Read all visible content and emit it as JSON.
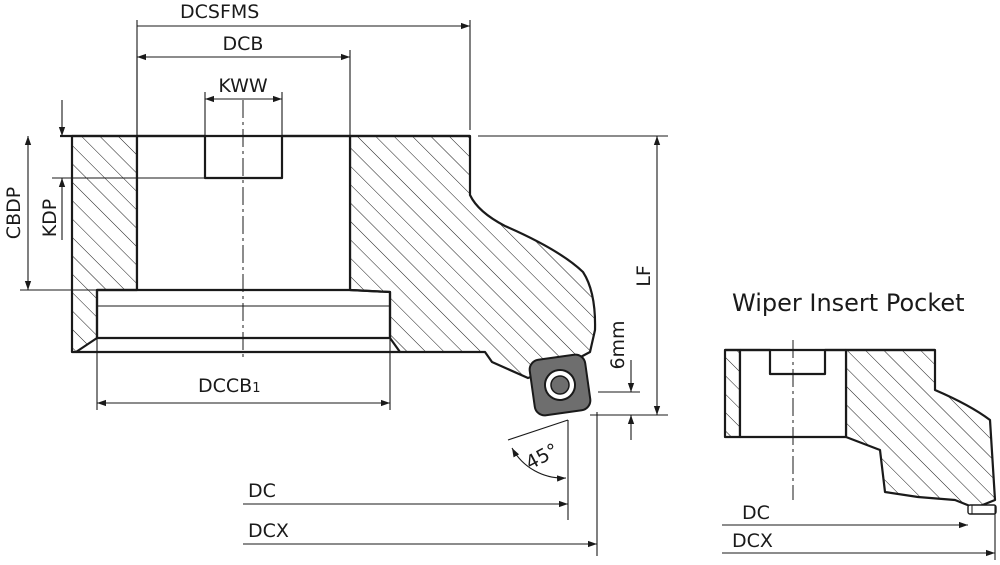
{
  "dimensions": {
    "dcsfms": "DCSFMS",
    "dcb": "DCB",
    "kww": "KWW",
    "cbdp": "CBDP",
    "kdp": "KDP",
    "lf": "LF",
    "dccb_main": "DCCB",
    "dccb_sub": "1",
    "six_mm": "6mm",
    "angle": "45°",
    "dc": "DC",
    "dcx": "DCX"
  },
  "wiper": {
    "title": "Wiper Insert Pocket",
    "dc": "DC",
    "dcx": "DCX"
  }
}
